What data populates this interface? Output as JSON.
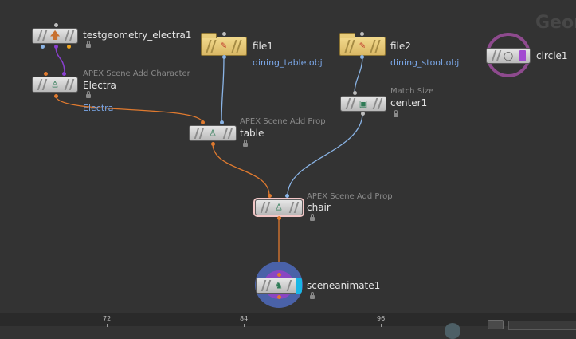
{
  "background_title": "Geom",
  "colors": {
    "orange_wire": "#e07a2f",
    "blue_wire": "#8ab4e6",
    "purple_wire": "#8a3fd1"
  },
  "nodes": {
    "testgeometry": {
      "name": "testgeometry_electra1",
      "icon": "up-arrow-icon"
    },
    "electra": {
      "type": "APEX Scene Add Character",
      "name": "Electra",
      "param": "Electra",
      "icon": "character-icon"
    },
    "file1": {
      "name": "file1",
      "param": "dining_table.obj",
      "icon": "file-icon"
    },
    "file2": {
      "name": "file2",
      "param": "dining_stool.obj",
      "icon": "file-icon"
    },
    "center1": {
      "type": "Match Size",
      "name": "center1",
      "icon": "match-size-icon"
    },
    "table": {
      "type": "APEX Scene Add Prop",
      "name": "table",
      "icon": "prop-icon"
    },
    "chair": {
      "type": "APEX Scene Add Prop",
      "name": "chair",
      "icon": "prop-icon"
    },
    "sceneanimate": {
      "name": "sceneanimate1",
      "icon": "animate-icon"
    },
    "circle1": {
      "name": "circle1",
      "icon": "circle-icon"
    }
  },
  "timeline": {
    "ticks": [
      "72",
      "84",
      "96"
    ]
  }
}
